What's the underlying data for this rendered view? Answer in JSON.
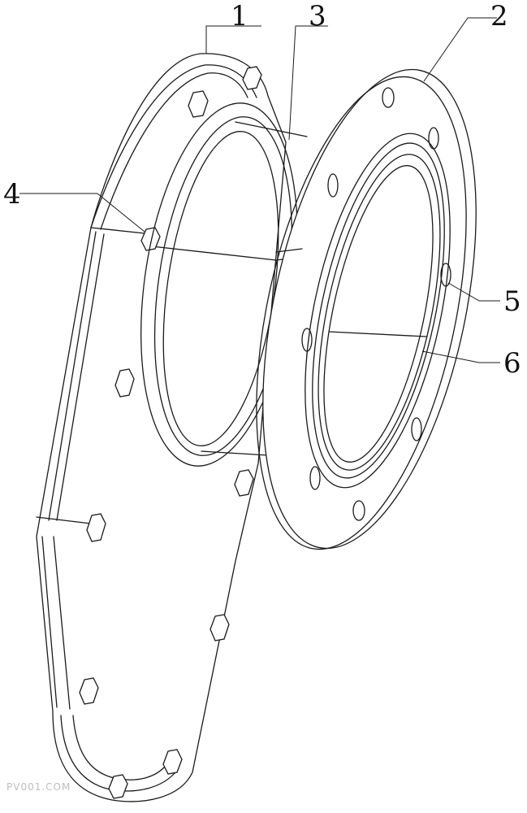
{
  "labels": {
    "l1": "1",
    "l2": "2",
    "l3": "3",
    "l4": "4",
    "l5": "5",
    "l6": "6"
  },
  "watermark": "PV001.COM"
}
